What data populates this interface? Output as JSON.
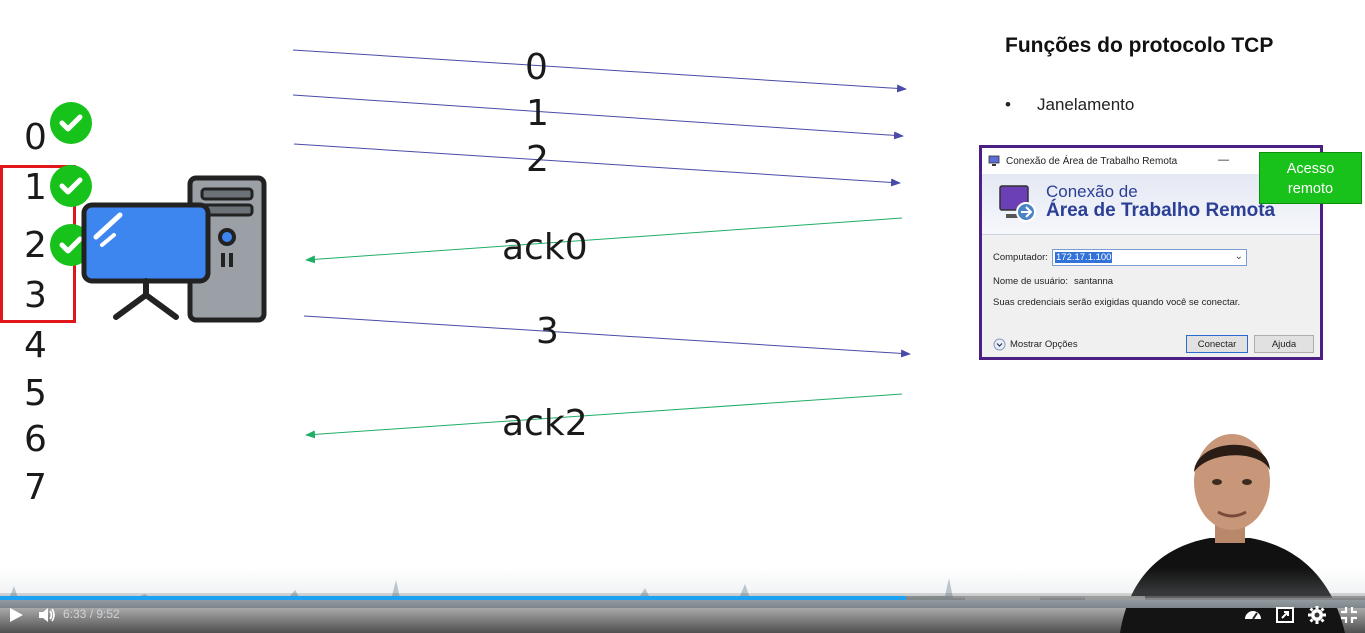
{
  "slide": {
    "title": "Funções do protocolo TCP",
    "bullets": [
      "Janelamento"
    ],
    "sequence_numbers": [
      "0",
      "1",
      "2",
      "3",
      "4",
      "5",
      "6",
      "7"
    ],
    "acknowledged": [
      "0",
      "1",
      "2"
    ],
    "arrows": [
      {
        "label": "0",
        "direction": "right",
        "color": "#4a4aa8"
      },
      {
        "label": "1",
        "direction": "right",
        "color": "#4a4aa8"
      },
      {
        "label": "2",
        "direction": "right",
        "color": "#4a4aa8"
      },
      {
        "label": "ack0",
        "direction": "left",
        "color": "#1fae66"
      },
      {
        "label": "3",
        "direction": "right",
        "color": "#4a4aa8"
      },
      {
        "label": "ack2",
        "direction": "left",
        "color": "#1fae66"
      }
    ],
    "window_highlight_color": "#e0161b"
  },
  "rdp_dialog": {
    "title_bar": "Conexão de Área de Trabalho Remota",
    "minimize_glyph": "—",
    "banner_line1": "Conexão de",
    "banner_line2": "Área de Trabalho Remota",
    "computer_label": "Computador:",
    "computer_value": "172.17.1.100",
    "username_label": "Nome de usuário:",
    "username_value": "santanna",
    "credentials_note": "Suas credenciais serão exigidas quando você se conectar.",
    "show_options": "Mostrar Opções",
    "connect_button": "Conectar",
    "help_button": "Ajuda"
  },
  "remote_tag": {
    "line1": "Acesso",
    "line2": "remoto",
    "color": "#18c21a"
  },
  "player": {
    "time": "6:33 / 9:52",
    "progress": 0.664,
    "accent": "#1da1f2",
    "icons": [
      "play-icon",
      "volume-icon",
      "speed-icon",
      "pip-icon",
      "settings-icon",
      "exit-fullscreen-icon"
    ]
  }
}
